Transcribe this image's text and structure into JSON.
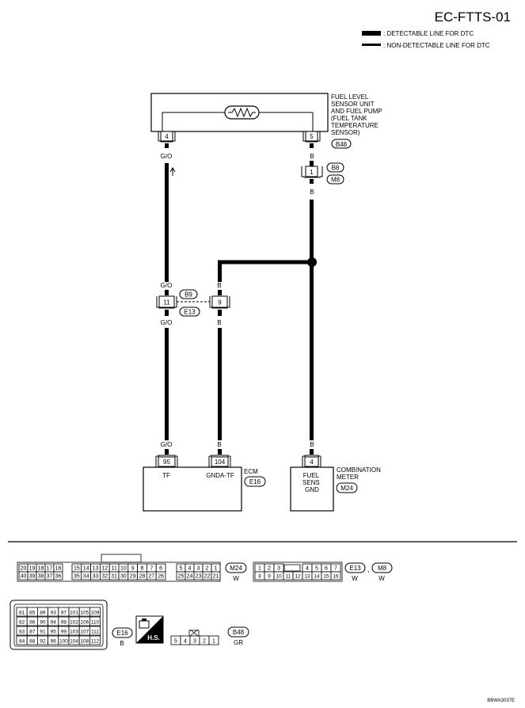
{
  "page_id": "EC-FTTS-01",
  "legend": {
    "detectable": ": DETECTABLE LINE FOR DTC",
    "non_detectable": ": NON-DETECTABLE LINE FOR DTC"
  },
  "sensor": {
    "lines": [
      "FUEL LEVEL",
      "SENSOR UNIT",
      "AND FUEL PUMP",
      "(FUEL TANK",
      "TEMPERATURE",
      "SENSOR)"
    ],
    "connector": "B48",
    "pin_left": "4",
    "pin_right": "5"
  },
  "wires": {
    "go": "G/O",
    "b": "B"
  },
  "joint_b8_m8": {
    "pin": "1",
    "tags": [
      "B8",
      "M8"
    ]
  },
  "joint_b9_e13": {
    "pin_left": "11",
    "pin_right": "9",
    "tags": [
      "B9",
      "E13"
    ]
  },
  "ecm": {
    "label": "ECM",
    "connector": "E16",
    "pin_tf": "95",
    "pin_gnd": "104",
    "term_tf": "TF",
    "term_gnd": "GNDA-TF"
  },
  "meter": {
    "lines": [
      "COMBINATION",
      "METER"
    ],
    "connector": "M24",
    "pin": "4",
    "term": [
      "FUEL",
      "SENS",
      "GND"
    ]
  },
  "connector_views": {
    "m24": {
      "tag": "M24",
      "color": "W",
      "top_a": [
        "20",
        "19",
        "18",
        "17",
        "16"
      ],
      "top_b": [
        "15",
        "14",
        "13",
        "12",
        "11",
        "10",
        "9",
        "8",
        "7",
        "6"
      ],
      "top_c": [
        "5",
        "4",
        "3",
        "2",
        "1"
      ],
      "bot_a": [
        "40",
        "39",
        "38",
        "37",
        "36"
      ],
      "bot_b": [
        "35",
        "34",
        "33",
        "32",
        "31",
        "30",
        "29",
        "28",
        "27",
        "26"
      ],
      "bot_c": [
        "25",
        "24",
        "23",
        "22",
        "21"
      ]
    },
    "e13_m8": {
      "tags": [
        "E13",
        "M8"
      ],
      "colors": [
        "W",
        "W"
      ],
      "sep": ",",
      "top_a": [
        "1",
        "2",
        "3"
      ],
      "top_b": [
        "4",
        "5",
        "6",
        "7"
      ],
      "bottom": [
        "8",
        "9",
        "10",
        "11",
        "12",
        "13",
        "14",
        "15",
        "16"
      ]
    },
    "e16": {
      "tag": "E16",
      "color": "B",
      "rows": [
        [
          "81",
          "85",
          "89",
          "93",
          "97",
          "101",
          "105",
          "109"
        ],
        [
          "82",
          "86",
          "90",
          "94",
          "98",
          "102",
          "106",
          "110"
        ],
        [
          "83",
          "87",
          "91",
          "95",
          "99",
          "103",
          "107",
          "111"
        ],
        [
          "84",
          "88",
          "92",
          "96",
          "100",
          "104",
          "108",
          "112"
        ]
      ]
    },
    "hs_badge": "H.S.",
    "b48": {
      "tag": "B48",
      "color": "GR",
      "pins": [
        "5",
        "4",
        "3",
        "2",
        "1"
      ]
    }
  },
  "footer_code": "BBWA3037E"
}
